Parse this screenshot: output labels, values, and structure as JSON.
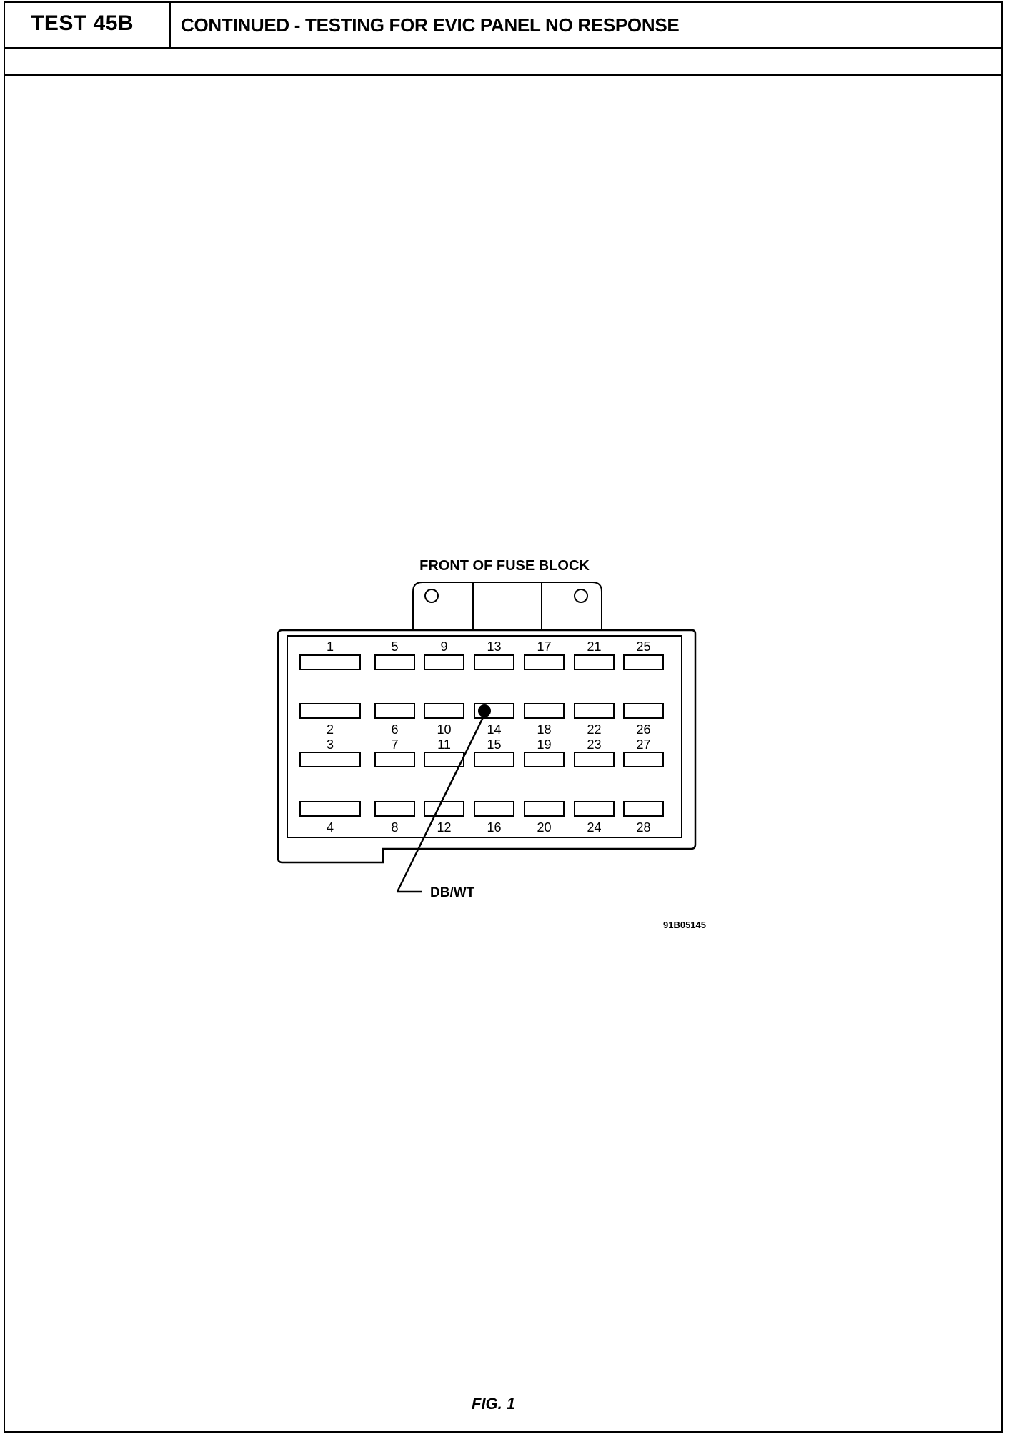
{
  "header": {
    "test_id": "TEST 45B",
    "title": "CONTINUED - TESTING FOR EVIC PANEL NO RESPONSE"
  },
  "figure": {
    "title": "FRONT OF FUSE BLOCK",
    "wire_label": "DB/WT",
    "connected_cavity": 14,
    "figure_id": "91B05145",
    "caption": "FIG. 1"
  },
  "fuse_block": {
    "columns": [
      {
        "top_upper": "1",
        "top_lower": "2",
        "bottom_upper": "3",
        "bottom_lower": "4"
      },
      {
        "top_upper": "5",
        "top_lower": "6",
        "bottom_upper": "7",
        "bottom_lower": "8"
      },
      {
        "top_upper": "9",
        "top_lower": "10",
        "bottom_upper": "11",
        "bottom_lower": "12"
      },
      {
        "top_upper": "13",
        "top_lower": "14",
        "bottom_upper": "15",
        "bottom_lower": "16"
      },
      {
        "top_upper": "17",
        "top_lower": "18",
        "bottom_upper": "19",
        "bottom_lower": "20"
      },
      {
        "top_upper": "21",
        "top_lower": "22",
        "bottom_upper": "23",
        "bottom_lower": "24"
      },
      {
        "top_upper": "25",
        "top_lower": "26",
        "bottom_upper": "27",
        "bottom_lower": "28"
      }
    ]
  }
}
